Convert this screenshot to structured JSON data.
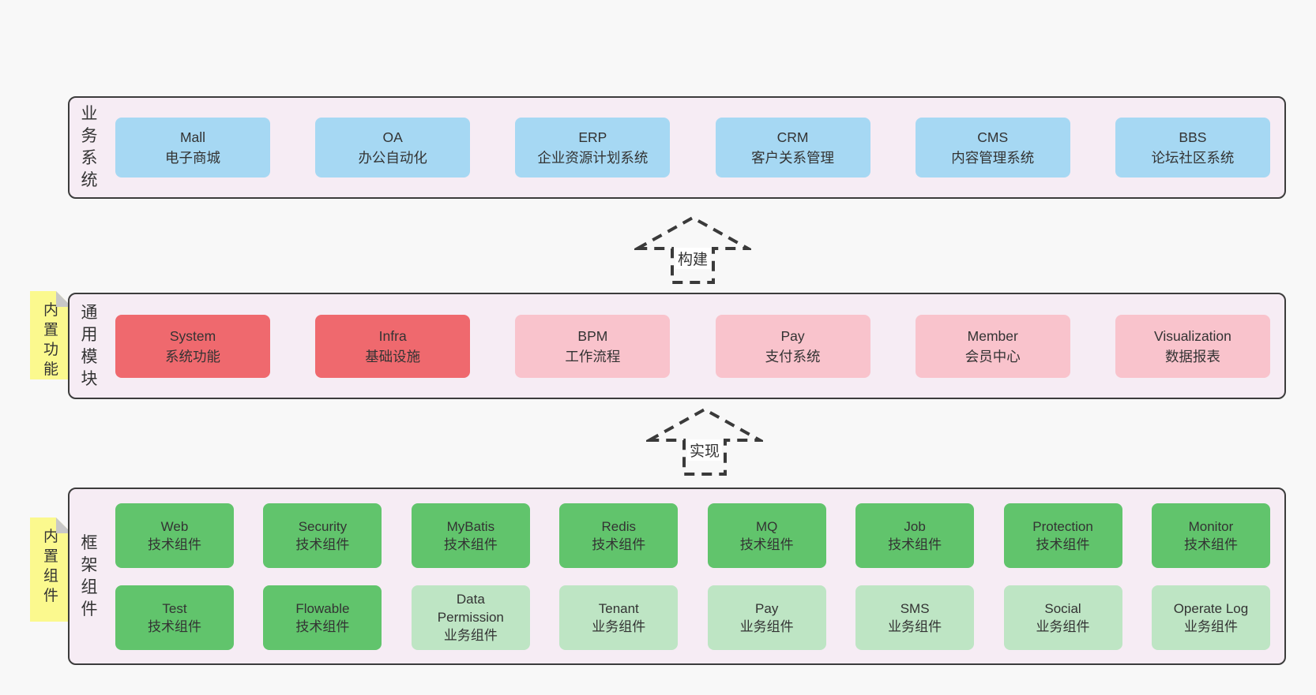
{
  "colors": {
    "page": "#f8f8f8",
    "band-bg": "#f6ecf4",
    "border": "#3c3c3c",
    "text": "#333333",
    "blue": "#a6d8f3",
    "red": "#ef696e",
    "pink": "#f9c3cc",
    "green": "#61c46c",
    "green-light": "#bee5c4",
    "yellow": "#fbf98e",
    "fold": "#c8c8c8",
    "arrow": "#3a3a3a",
    "label-bg": "#ffffff"
  },
  "bands": [
    {
      "label": "业务系统",
      "boxes": [
        {
          "title": "Mall",
          "subtitle": "电子商城"
        },
        {
          "title": "OA",
          "subtitle": "办公自动化"
        },
        {
          "title": "ERP",
          "subtitle": "企业资源计划系统"
        },
        {
          "title": "CRM",
          "subtitle": "客户关系管理"
        },
        {
          "title": "CMS",
          "subtitle": "内容管理系统"
        },
        {
          "title": "BBS",
          "subtitle": "论坛社区系统"
        }
      ]
    },
    {
      "label": "通用模块",
      "note": "内置功能",
      "boxes": [
        {
          "title": "System",
          "subtitle": "系统功能"
        },
        {
          "title": "Infra",
          "subtitle": "基础设施"
        },
        {
          "title": "BPM",
          "subtitle": "工作流程"
        },
        {
          "title": "Pay",
          "subtitle": "支付系统"
        },
        {
          "title": "Member",
          "subtitle": "会员中心"
        },
        {
          "title": "Visualization",
          "subtitle": "数据报表"
        }
      ]
    },
    {
      "label": "框架组件",
      "note": "内置组件",
      "rows": [
        [
          {
            "title": "Web",
            "subtitle": "技术组件"
          },
          {
            "title": "Security",
            "subtitle": "技术组件"
          },
          {
            "title": "MyBatis",
            "subtitle": "技术组件"
          },
          {
            "title": "Redis",
            "subtitle": "技术组件"
          },
          {
            "title": "MQ",
            "subtitle": "技术组件"
          },
          {
            "title": "Job",
            "subtitle": "技术组件"
          },
          {
            "title": "Protection",
            "subtitle": "技术组件"
          },
          {
            "title": "Monitor",
            "subtitle": "技术组件"
          }
        ],
        [
          {
            "title": "Test",
            "subtitle": "技术组件"
          },
          {
            "title": "Flowable",
            "subtitle": "技术组件"
          },
          {
            "title": "Data Permission",
            "subtitle": "业务组件"
          },
          {
            "title": "Tenant",
            "subtitle": "业务组件"
          },
          {
            "title": "Pay",
            "subtitle": "业务组件"
          },
          {
            "title": "SMS",
            "subtitle": "业务组件"
          },
          {
            "title": "Social",
            "subtitle": "业务组件"
          },
          {
            "title": "Operate Log",
            "subtitle": "业务组件"
          }
        ]
      ]
    }
  ],
  "arrows": [
    {
      "label": "构建"
    },
    {
      "label": "实现"
    }
  ]
}
